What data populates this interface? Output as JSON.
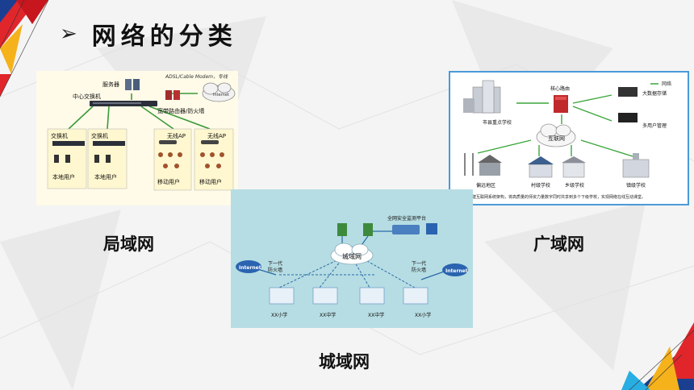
{
  "slide": {
    "title": "网络的分类",
    "title_arrow": "➢"
  },
  "lan": {
    "caption": "局域网",
    "header": "ADSL/Cable Modem，专线",
    "internet": "Internet",
    "server": "服务器",
    "core_switch": "中心交换机",
    "router": "宽带路由器/防火墙",
    "switch_label": "交换机",
    "local_user": "本地用户",
    "wireless_ap": "无线AP",
    "mobile_user": "移动用户"
  },
  "wan": {
    "caption": "广域网",
    "legend": "网络",
    "core_router": "核心路由",
    "bigdata": "大数据存储",
    "multi_user": "多用户管理",
    "key_school": "市县重点学校",
    "internet": "互联网",
    "remote_area": "偏远地区",
    "village_school": "村级学校",
    "township_school": "乡级学校",
    "town_school": "镇级学校",
    "footnote": "搭建互联网系统架构，将高质量的师资力量数字同时共享到多个下级学校，实现网络在线互动课堂。"
  },
  "man": {
    "caption": "城域网",
    "platform": "全网安全监测平台",
    "cloud": "城域网",
    "firewall": "下一代\n防火墙",
    "internet": "Internet",
    "school_1": "XX小学",
    "school_2": "XX中学",
    "school_3": "XX中学",
    "school_4": "XX小学"
  }
}
